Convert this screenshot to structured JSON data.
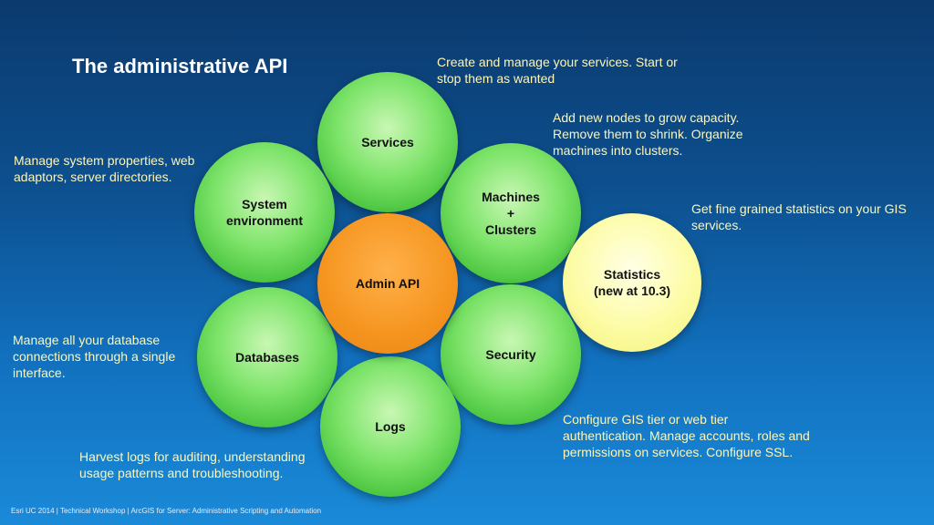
{
  "title": "The administrative API",
  "nodes": {
    "services": "Services",
    "system_environment": [
      "System",
      "environment"
    ],
    "machines_clusters": [
      "Machines",
      "+",
      "Clusters"
    ],
    "admin_api": "Admin API",
    "statistics": [
      "Statistics",
      "(new at 10.3)"
    ],
    "databases": "Databases",
    "security": "Security",
    "logs": "Logs"
  },
  "descriptions": {
    "services": "Create and manage your services. Start or stop them as wanted",
    "machines": "Add new nodes to grow capacity. Remove them to shrink. Organize machines into clusters.",
    "system": "Manage system properties, web adaptors, server directories.",
    "statistics": "Get fine grained statistics on your GIS services.",
    "databases": "Manage all your database connections through a single interface.",
    "security": "Configure GIS tier or web tier authentication. Manage accounts, roles and permissions on services. Configure SSL.",
    "logs": "Harvest logs for auditing, understanding usage patterns and troubleshooting."
  },
  "footer": "Esri UC 2014 | Technical Workshop |  ArcGIS for Server: Administrative Scripting and Automation",
  "colors": {
    "green": "#5fd24e",
    "orange": "#f5951f",
    "yellow": "#fdfca6",
    "description_text": "#fdf6b8"
  }
}
